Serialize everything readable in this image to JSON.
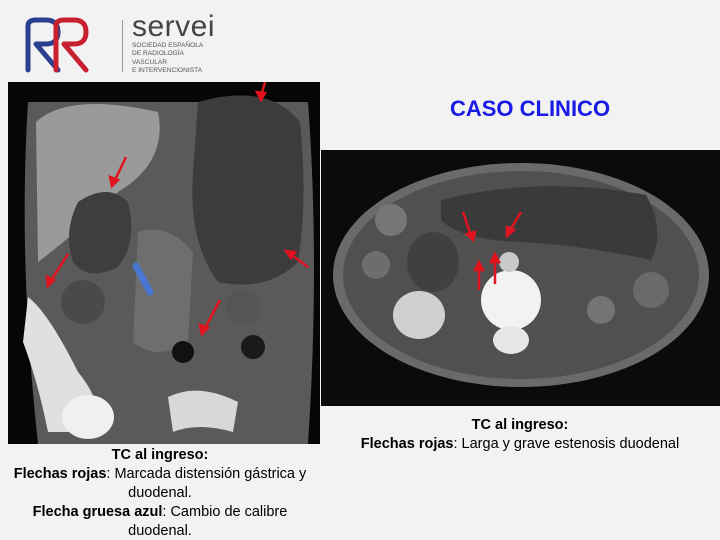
{
  "logo": {
    "wordmark": "servei",
    "subtitle_lines": [
      "SOCIEDAD ESPAÑOLA",
      "DE RADIOLOGÍA",
      "VASCULAR",
      "E INTERVENCIONISTA"
    ],
    "colors": {
      "red": "#c8202f",
      "blue": "#2a3f8f"
    }
  },
  "title": "CASO CLINICO",
  "caption_left": {
    "heading": "TC al ingreso:",
    "line1_label": "Flechas rojas",
    "line1_text": ": Marcada distensión gástrica y duodenal.",
    "line2_label": "Flecha gruesa azul",
    "line2_text": ": Cambio de calibre duodenal."
  },
  "caption_right": {
    "heading": "TC al ingreso:",
    "line1_label": "Flechas rojas",
    "line1_text": ": Larga y grave estenosis duodenal"
  },
  "colors": {
    "title": "#1a1ae6",
    "arrow_red": "#e0141e",
    "arrow_blue": "#4a78d0"
  }
}
